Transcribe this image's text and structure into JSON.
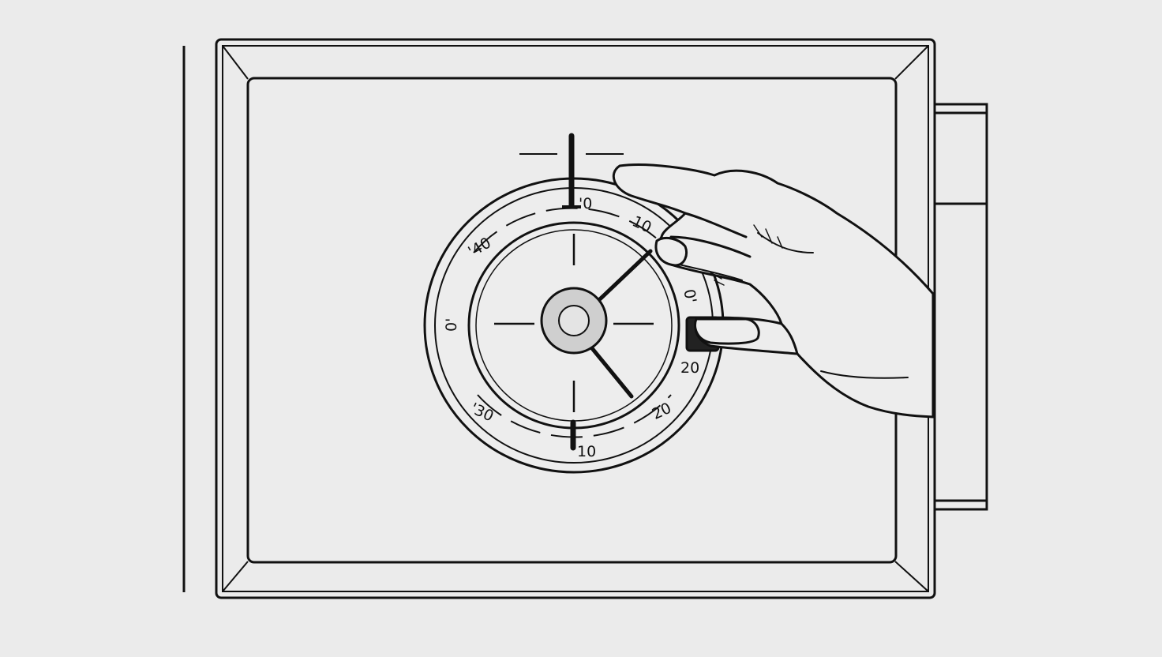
{
  "scene": {
    "subject": "safe-door-with-combination-dial",
    "hand": "right-hand-turning-dial"
  },
  "dial_labels": [
    {
      "id": "top",
      "text": "'0"
    },
    {
      "id": "upper-right",
      "text": "10"
    },
    {
      "id": "upper-left",
      "text": "'40"
    },
    {
      "id": "left",
      "text": "0'"
    },
    {
      "id": "right-small",
      "text": "0'"
    },
    {
      "id": "right",
      "text": "20"
    },
    {
      "id": "lower-left",
      "text": "'30"
    },
    {
      "id": "lower-right",
      "text": "20"
    },
    {
      "id": "bottom",
      "text": "10"
    }
  ],
  "colors": {
    "background": "#ebebeb",
    "line": "#111111",
    "hub": "#cfcfcf"
  }
}
